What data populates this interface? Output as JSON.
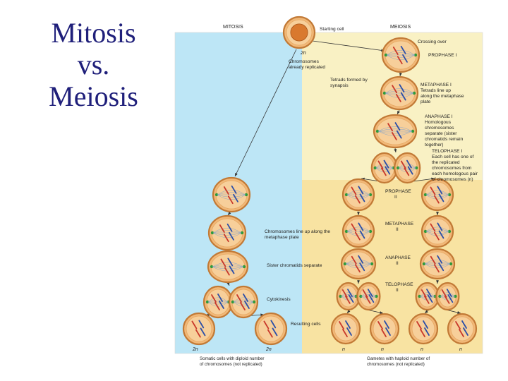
{
  "slide": {
    "title_lines": [
      "Mitosis",
      "vs.",
      "Meiosis"
    ]
  },
  "diagram": {
    "headers": {
      "mitosis": "MITOSIS",
      "meiosis": "MEIOSIS"
    },
    "colors": {
      "mitosis_panel": "#bde6f6",
      "meiosis_panel": "#f9f1c4",
      "meiosis_ii_panel": "#f8e3a2",
      "cell_membrane": "#c27a36",
      "cell_fill": "#f1b878",
      "chromosome_red": "#c8392b",
      "chromosome_blue": "#2c4fa8",
      "centriole_green": "#2f9b3b",
      "spindle": "#8aa7c9"
    },
    "labels": {
      "starting_cell": "Starting cell",
      "chromosomes_replicated": [
        "Chromosomes",
        "already replicated"
      ],
      "crossing_over": "Crossing over",
      "prophase_i": "PROPHASE I",
      "tetrads": [
        "Tetrads formed by",
        "synapsis"
      ],
      "metaphase_i": [
        "METAPHASE I",
        "Tetrads line up",
        "along the metaphase",
        "plate"
      ],
      "anaphase_i": [
        "ANAPHASE I",
        "Homologous",
        "chromosomes",
        "separate (sister",
        "chromatids remain",
        "together)"
      ],
      "telophase_i": [
        "TELOPHASE I",
        "Each cell has one of",
        "the replicated",
        "chromosomes from",
        "each homologous pair",
        "of chromosomes (n)"
      ],
      "prophase_ii": [
        "PROPHASE",
        "II"
      ],
      "metaphase_ii": [
        "METAPHASE",
        "II"
      ],
      "anaphase_ii": [
        "ANAPHASE",
        "II"
      ],
      "telophase_ii": [
        "TELOPHASE",
        "II"
      ],
      "mitosis_metaphase": [
        "Chromosomes line up along the",
        "metaphase plate"
      ],
      "mitosis_anaphase": "Sister chromatids separate",
      "cytokinesis": "Cytokinesis",
      "resulting_cells": "Resulting cells"
    },
    "ploidy": {
      "start": "2n",
      "mitosis_a": "2n",
      "mitosis_b": "2n",
      "gamete": "n"
    },
    "footer": {
      "mitosis": [
        "Somatic cells with diploid number",
        "of chromosomes (not replicated)"
      ],
      "meiosis": [
        "Gametes with haploid number of",
        "chromosomes (not replicated)"
      ]
    }
  }
}
